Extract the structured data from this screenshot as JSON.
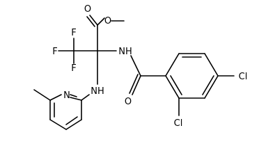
{
  "molecule": {
    "atoms": {
      "ester_o_double": "O",
      "ester_o_single": "O",
      "f_top": "F",
      "f_left": "F",
      "f_bottom": "F",
      "amide_nh": "NH",
      "amine_nh": "NH",
      "amide_o": "O",
      "pyridine_n": "N",
      "cl_para": "Cl",
      "cl_ortho": "Cl"
    }
  },
  "colors": {
    "ink": "#000000",
    "background": "#ffffff"
  }
}
